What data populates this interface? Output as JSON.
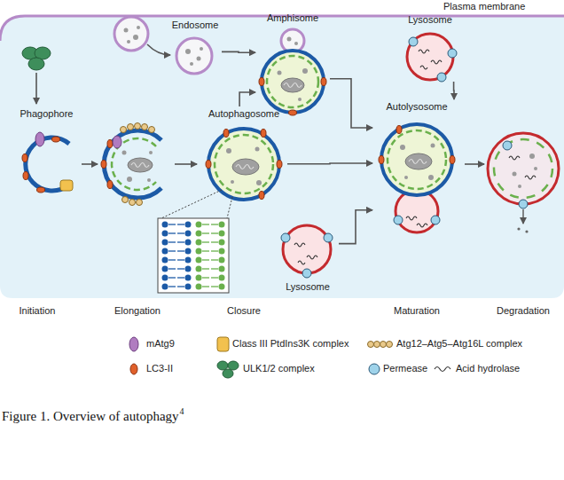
{
  "diagram": {
    "caption": "Figure 1. Overview of autophagy",
    "nodes": [
      {
        "text": [
          "Phagophore"
        ]
      },
      {
        "text": [
          "Endosome"
        ]
      },
      {
        "text": [
          "Amphisome"
        ]
      },
      {
        "text": [
          "Lysosome"
        ]
      },
      {
        "text": [
          "Autophagosome"
        ]
      },
      {
        "text": [
          "Autolysosome"
        ]
      },
      {
        "text": [
          "Lysosome"
        ]
      }
    ],
    "edges": [
      {
        "from": 1,
        "to": 2,
        "arrow": "to"
      },
      {
        "from": 4,
        "to": 2,
        "arrow": "to"
      },
      {
        "from": 2,
        "to": 5,
        "arrow": "to"
      },
      {
        "from": 3,
        "to": 5,
        "arrow": "to"
      },
      {
        "from": 4,
        "to": 5,
        "arrow": "to"
      },
      {
        "from": 6,
        "to": 5,
        "arrow": "to"
      }
    ],
    "labels": [
      "Plasma membrane",
      "Initiation",
      "Elongation",
      "Closure",
      "Maturation",
      "Degradation",
      "4"
    ],
    "legend": [
      {
        "text": "mAtg9"
      },
      {
        "text": "Class III PtdIns3K complex"
      },
      {
        "text": "Atg12–Atg5–Atg16L complex"
      },
      {
        "text": "LC3-II"
      },
      {
        "text": "ULK1/2 complex"
      },
      {
        "text": "Permease"
      },
      {
        "text": "Acid hydrolase"
      }
    ]
  }
}
